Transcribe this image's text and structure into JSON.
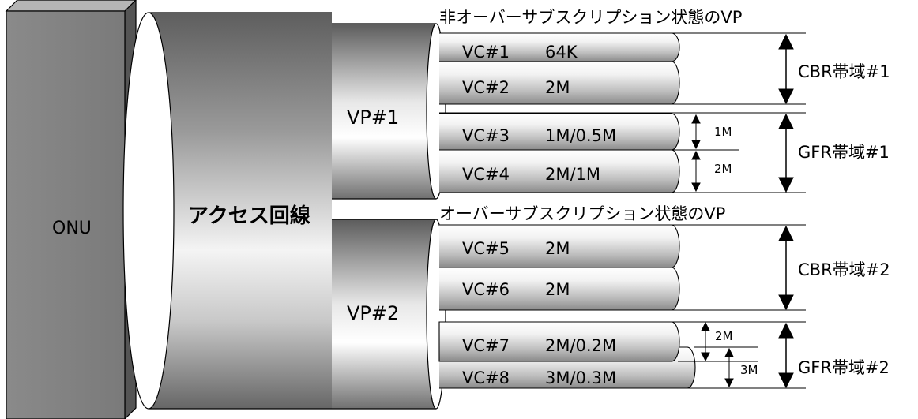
{
  "device": {
    "label": "ONU"
  },
  "access_line": {
    "label": "アクセス回線"
  },
  "vp1": {
    "label": "VP#1",
    "state": "非オーバーサブスクリプション状態のVP",
    "vcs": [
      {
        "name": "VC#1",
        "rate": "64K"
      },
      {
        "name": "VC#2",
        "rate": "2M"
      },
      {
        "name": "VC#3",
        "rate": "1M/0.5M"
      },
      {
        "name": "VC#4",
        "rate": "2M/1M"
      }
    ],
    "cbr": "CBR帯域#1",
    "gfr": "GFR帯域#1",
    "dim_small_a": "1M",
    "dim_small_b": "2M"
  },
  "vp2": {
    "label": "VP#2",
    "state": "オーバーサブスクリプション状態のVP",
    "vcs": [
      {
        "name": "VC#5",
        "rate": "2M"
      },
      {
        "name": "VC#6",
        "rate": "2M"
      },
      {
        "name": "VC#7",
        "rate": "2M/0.2M"
      },
      {
        "name": "VC#8",
        "rate": "3M/0.3M"
      }
    ],
    "cbr": "CBR帯域#2",
    "gfr": "GFR帯域#2",
    "dim_small_a": "2M",
    "dim_small_b": "3M"
  }
}
